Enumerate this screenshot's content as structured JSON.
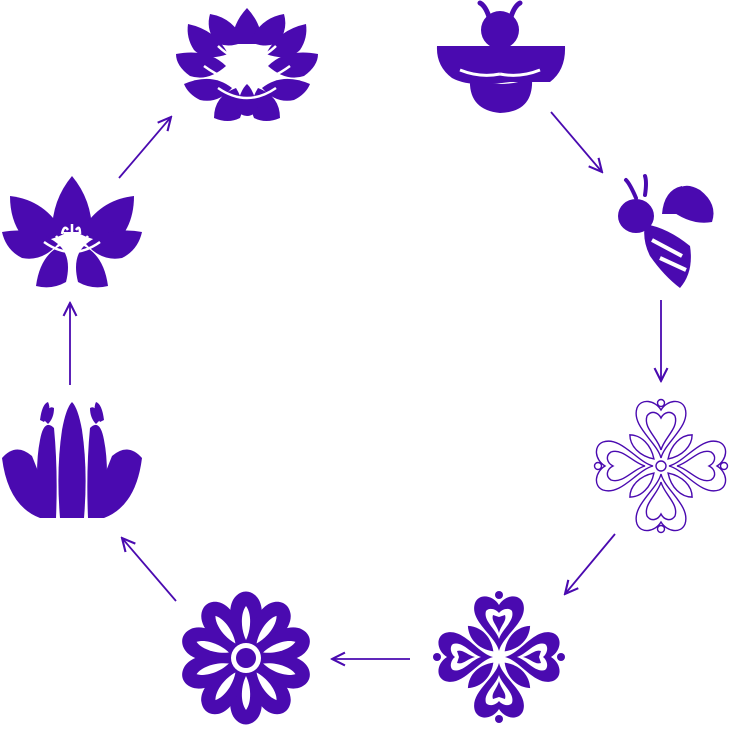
{
  "diagram": {
    "type": "cycle",
    "accent_color": "#4a0ab0",
    "nodes": [
      {
        "id": "bee-front",
        "icon": "bee-front-icon",
        "filled": true
      },
      {
        "id": "bee-side",
        "icon": "bee-side-icon",
        "filled": true
      },
      {
        "id": "ornament-outline",
        "icon": "ornamental-flower-outline-icon",
        "filled": false
      },
      {
        "id": "ornament-filled",
        "icon": "ornamental-flower-filled-icon",
        "filled": true
      },
      {
        "id": "daisy",
        "icon": "daisy-flower-icon",
        "filled": true
      },
      {
        "id": "sprout",
        "icon": "lotus-bud-icon",
        "filled": true
      },
      {
        "id": "open-flower",
        "icon": "open-lotus-icon",
        "filled": true
      },
      {
        "id": "full-lotus",
        "icon": "full-lotus-icon",
        "filled": true
      }
    ],
    "edges": [
      {
        "from": "bee-front",
        "to": "bee-side"
      },
      {
        "from": "bee-side",
        "to": "ornament-outline"
      },
      {
        "from": "ornament-outline",
        "to": "ornament-filled"
      },
      {
        "from": "ornament-filled",
        "to": "daisy"
      },
      {
        "from": "daisy",
        "to": "sprout"
      },
      {
        "from": "sprout",
        "to": "open-flower"
      },
      {
        "from": "open-flower",
        "to": "full-lotus"
      },
      {
        "from": "full-lotus",
        "to": "bee-front"
      }
    ]
  }
}
